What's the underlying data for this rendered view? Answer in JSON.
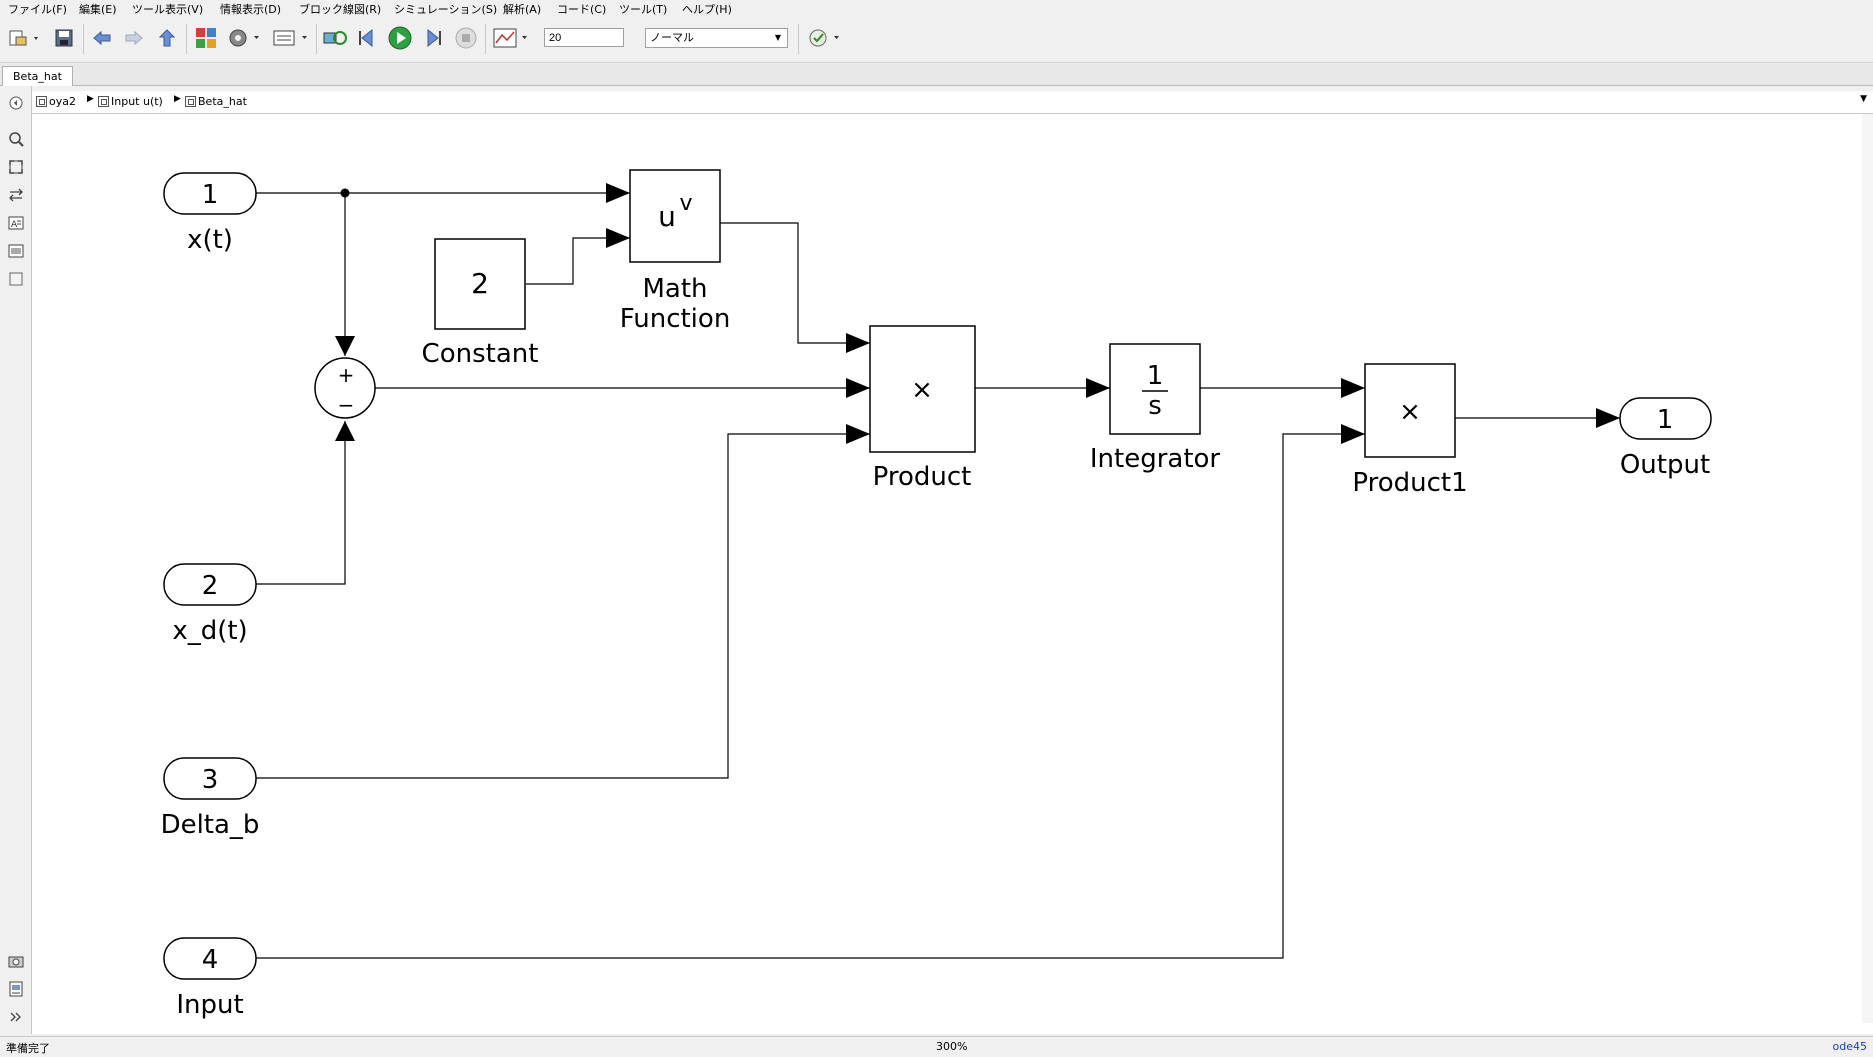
{
  "menu": [
    "ファイル(F)",
    "編集(E)",
    "ツール表示(V)",
    "情報表示(D)",
    "ブロック線図(R)",
    "シミュレーション(S)",
    "解析(A)",
    "コード(C)",
    "ツール(T)",
    "ヘルプ(H)"
  ],
  "toolbar": {
    "stop_time": "20",
    "sim_mode": "ノーマル",
    "icons": [
      "new-model-icon",
      "save-icon",
      "back-icon",
      "forward-icon",
      "up-icon",
      "library-browser-icon",
      "settings-gear-icon",
      "model-config-icon",
      "update-diagram-icon",
      "step-back-icon",
      "run-icon",
      "step-forward-icon",
      "stop-icon",
      "data-inspector-icon",
      "check-icon"
    ]
  },
  "tab": {
    "label": "Beta_hat"
  },
  "breadcrumb": [
    {
      "label": "oya2"
    },
    {
      "label": "Input u(t)"
    },
    {
      "label": "Beta_hat"
    }
  ],
  "leftbar_icons": [
    "zoom-icon",
    "fit-view-icon",
    "arrows-icon",
    "annotation-icon",
    "image-icon",
    "area-icon",
    "screenshot-icon",
    "report-icon",
    "expand-icon"
  ],
  "diagram": {
    "inports": [
      {
        "num": "1",
        "name": "x(t)"
      },
      {
        "num": "2",
        "name": "x_d(t)"
      },
      {
        "num": "3",
        "name": "Delta_b"
      },
      {
        "num": "4",
        "name": "Input"
      }
    ],
    "constant": {
      "value": "2",
      "name": "Constant"
    },
    "math_function": {
      "symbol": "u",
      "superscript": "v",
      "name_line1": "Math",
      "name_line2": "Function"
    },
    "sum": {
      "plus": "+",
      "minus": "−"
    },
    "product": {
      "symbol": "×",
      "name": "Product"
    },
    "integrator": {
      "num": "1",
      "den": "s",
      "name": "Integrator"
    },
    "product1": {
      "symbol": "×",
      "name": "Product1"
    },
    "outport": {
      "num": "1",
      "name": "Output"
    }
  },
  "status": {
    "left": "準備完了",
    "zoom": "300%",
    "solver": "ode45"
  },
  "colors": {
    "accent_run": "#2ea043",
    "solver_link": "#1a3fbf"
  }
}
